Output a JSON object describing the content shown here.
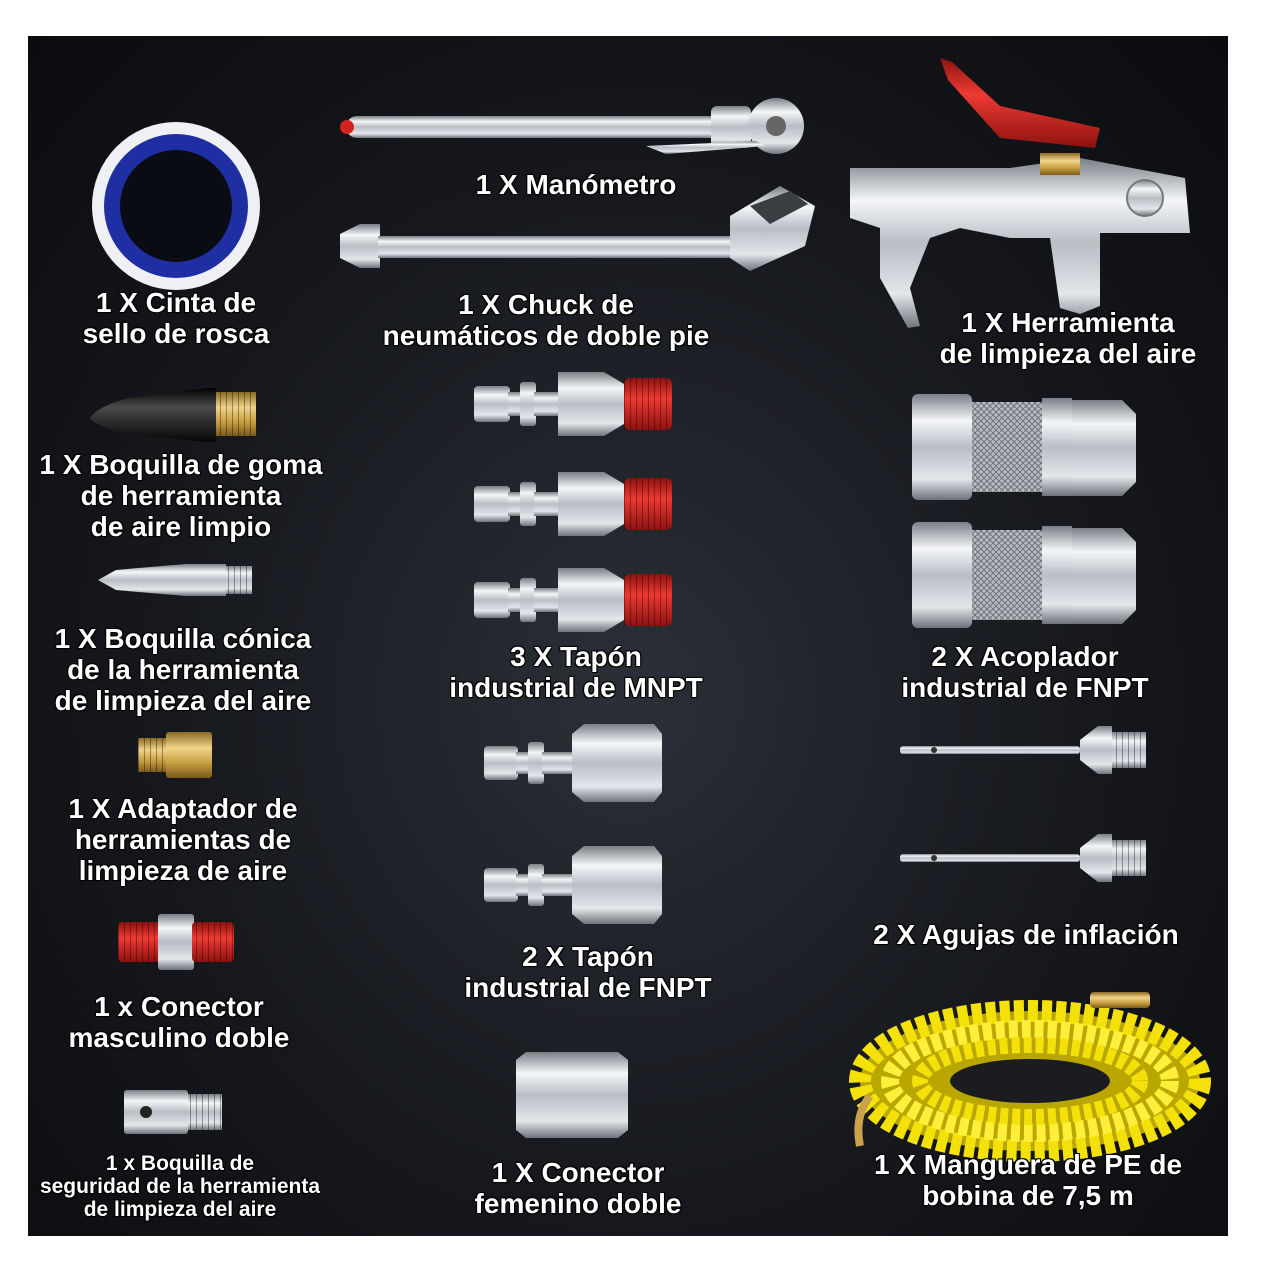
{
  "items": [
    {
      "id": "thread-seal-tape",
      "label": "1 X Cinta de\nsello de rosca"
    },
    {
      "id": "pressure-gauge",
      "label": "1 X Manómetro"
    },
    {
      "id": "dual-foot-tire-chuck",
      "label": "1 X Chuck de\nneumáticos de doble pie"
    },
    {
      "id": "air-blow-gun",
      "label": "1 X Herramienta\nde limpieza del aire"
    },
    {
      "id": "rubber-tip-nozzle",
      "label": "1 X Boquilla de goma\nde herramienta\nde aire limpio"
    },
    {
      "id": "tapered-nozzle",
      "label": "1 X Boquilla cónica\nde la herramienta\nde limpieza del aire"
    },
    {
      "id": "blow-gun-adapter",
      "label": "1 X Adaptador de\nherramientas de\nlimpieza de aire"
    },
    {
      "id": "double-male-connector",
      "label": "1 x Conector\nmasculino doble"
    },
    {
      "id": "safety-nozzle",
      "label": "1 x Boquilla de\nseguridad de la herramienta\nde limpieza del aire"
    },
    {
      "id": "mnpt-plugs",
      "label": "3 X Tapón\nindustrial de MNPT"
    },
    {
      "id": "fnpt-plugs",
      "label": "2 X Tapón\nindustrial de FNPT"
    },
    {
      "id": "double-female-connector",
      "label": "1 X Conector\nfemenino doble"
    },
    {
      "id": "fnpt-couplers",
      "label": "2 X Acoplador\nindustrial de FNPT"
    },
    {
      "id": "inflation-needles",
      "label": "2 X Agujas de inflación"
    },
    {
      "id": "pe-coil-hose",
      "label": "1 X Manguera de PE de\nbobina de 7,5 m"
    }
  ],
  "colors": {
    "background": "#15171c",
    "text": "#ffffff",
    "thread_red": "#d4231f",
    "hose_yellow": "#f5e10a",
    "tape_blue": "#1f2fa3",
    "brass": "#c9a24a",
    "chrome": "#c8ccd2"
  }
}
